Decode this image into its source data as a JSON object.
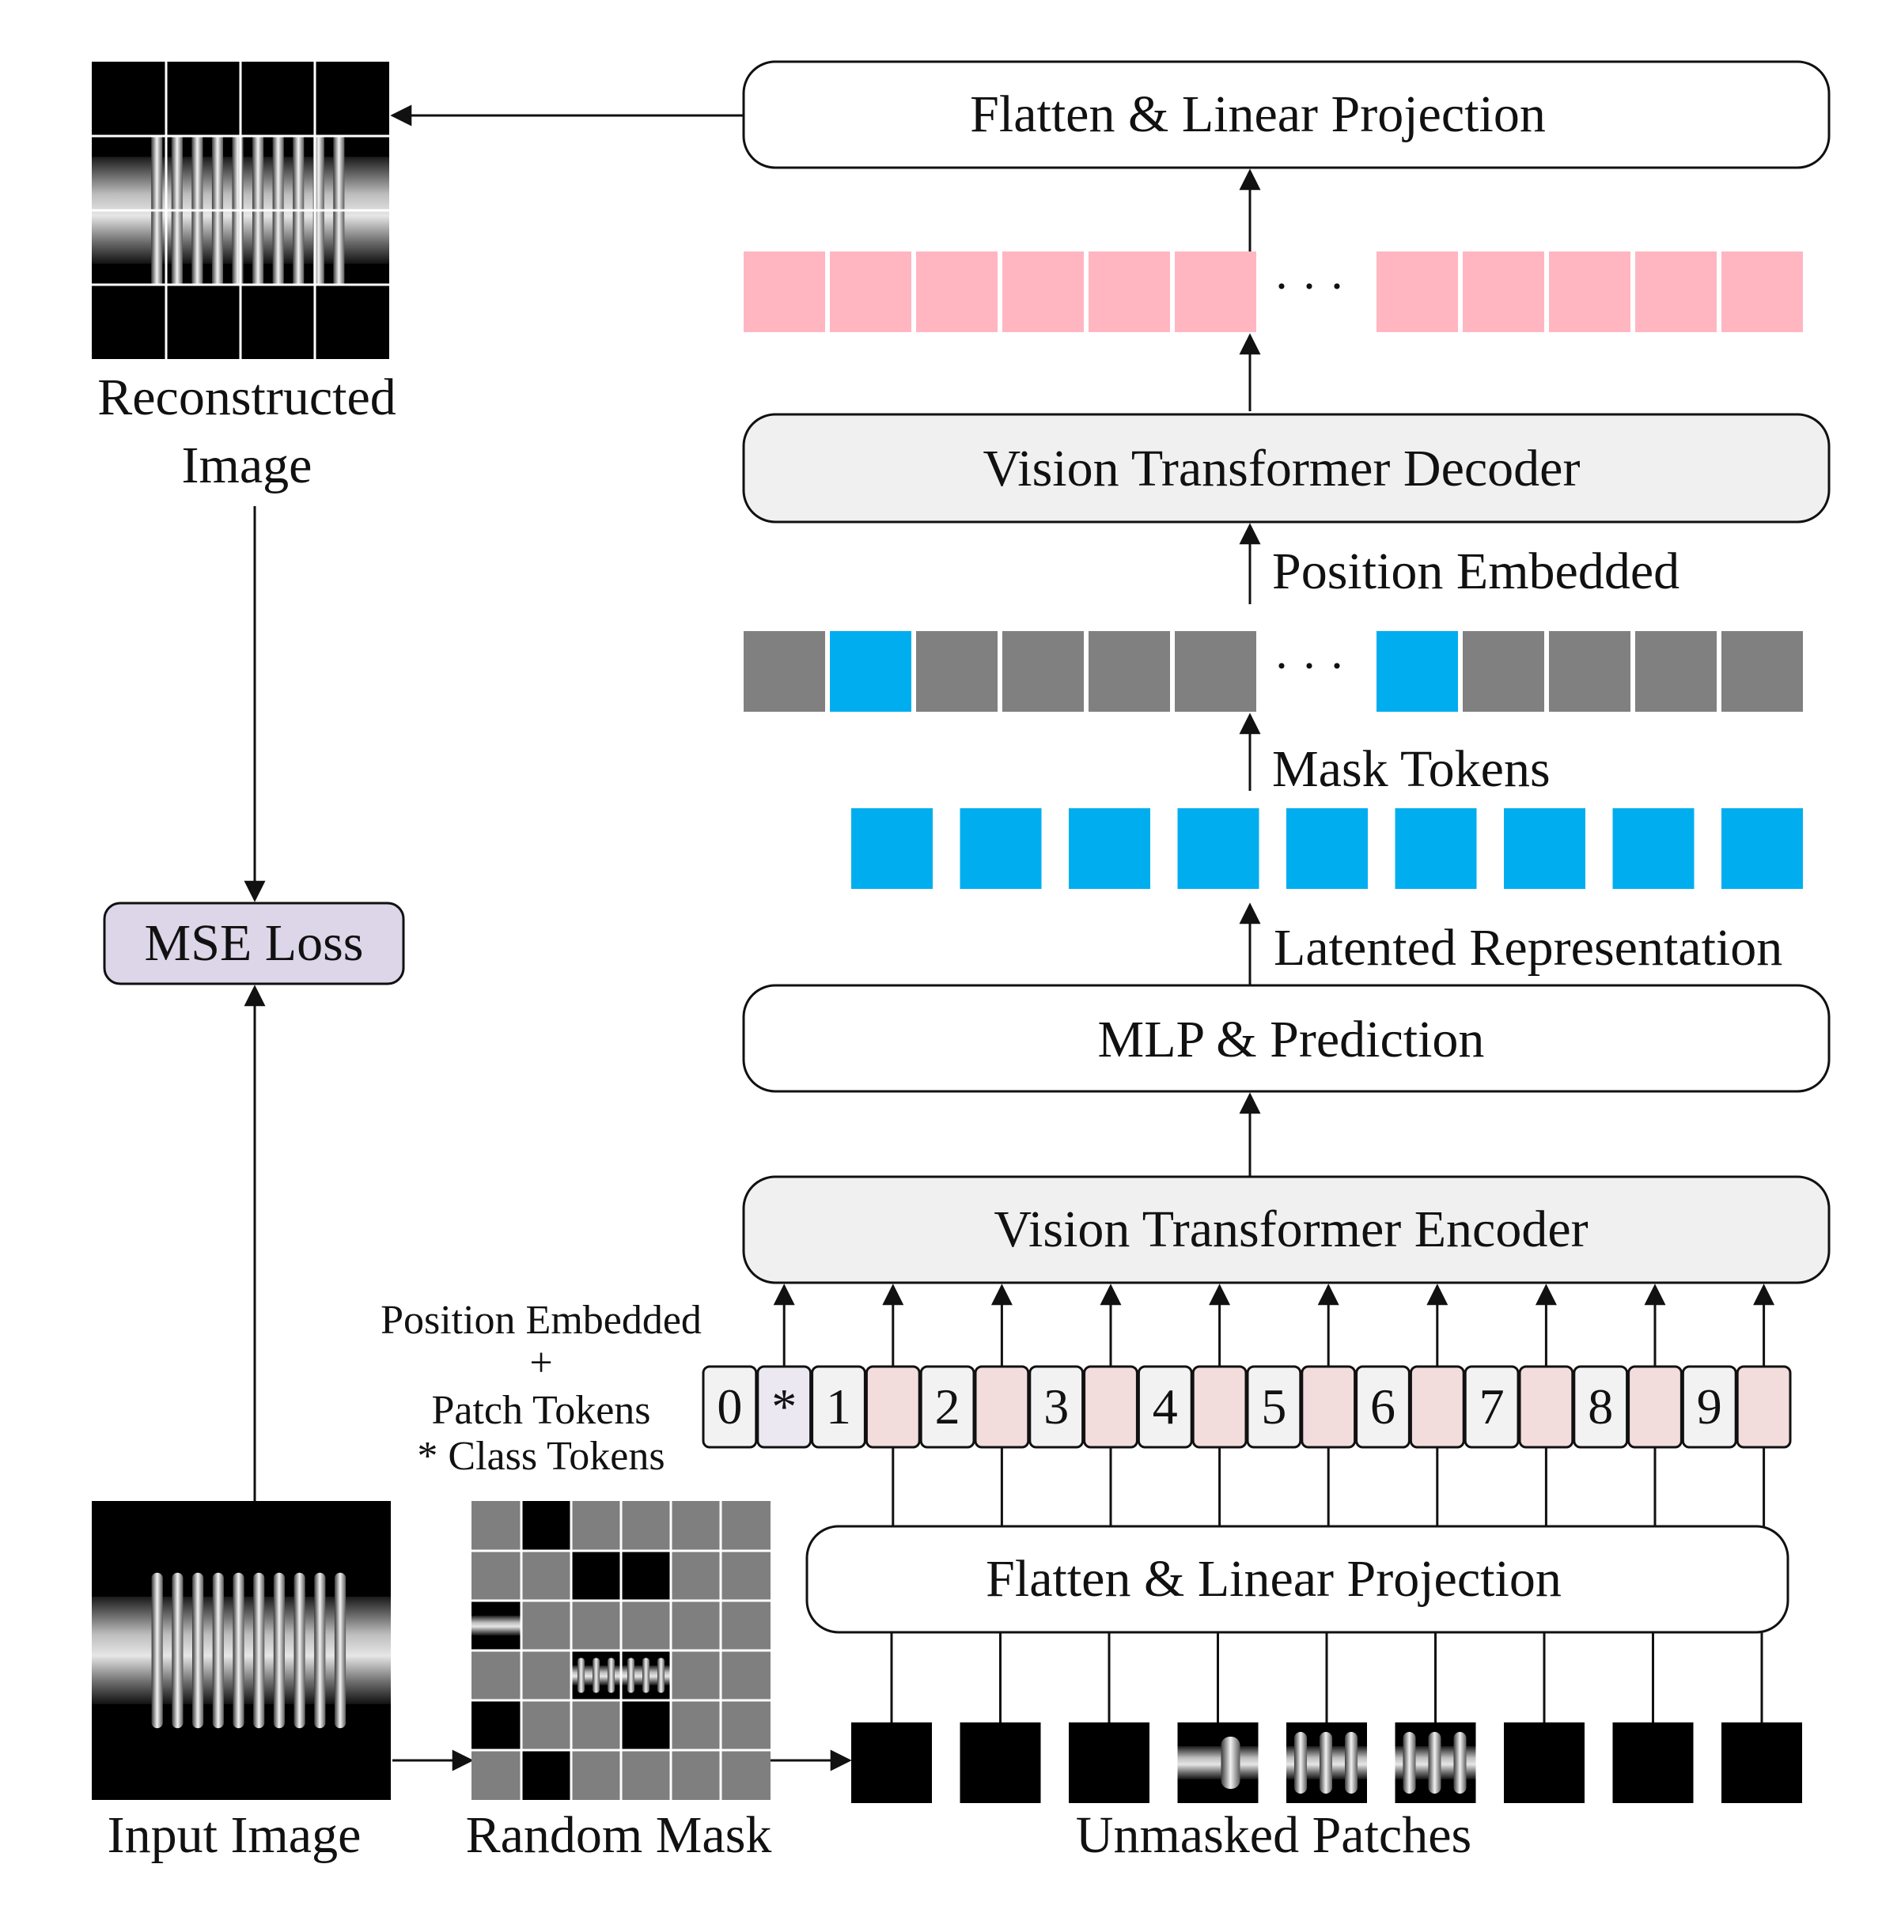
{
  "labels": {
    "flatten_top": "Flatten & Linear Projection",
    "decoder": "Vision Transformer Decoder",
    "position_embedded_right": "Position Embedded",
    "mask_tokens": "Mask Tokens",
    "latented": "Latented Representation",
    "mlp": "MLP & Prediction",
    "encoder": "Vision Transformer Encoder",
    "flatten_bottom": "Flatten & Linear Projection",
    "position_embedded_left": "Position Embedded",
    "plus": "+",
    "patch_tokens": "Patch Tokens",
    "class_tokens": "* Class Tokens",
    "reconstructed_1": "Reconstructed",
    "reconstructed_2": "Image",
    "mse": "MSE Loss",
    "input_image": "Input Image",
    "random_mask": "Random Mask",
    "unmasked": "Unmasked Patches",
    "ellipsis": "· · ·"
  },
  "position_tokens": [
    "0",
    "*",
    "1",
    "2",
    "3",
    "4",
    "5",
    "6",
    "7",
    "8",
    "9"
  ],
  "colors": {
    "pink": "#ffb6c1",
    "blue": "#00aeef",
    "gray": "#808080",
    "block_fill": "#f0f0f0",
    "mse_fill": "#dcd6e8",
    "patch_pink": "#f2dcdc",
    "class_fill": "#ece8f2",
    "number_fill": "#f2f2f2"
  }
}
